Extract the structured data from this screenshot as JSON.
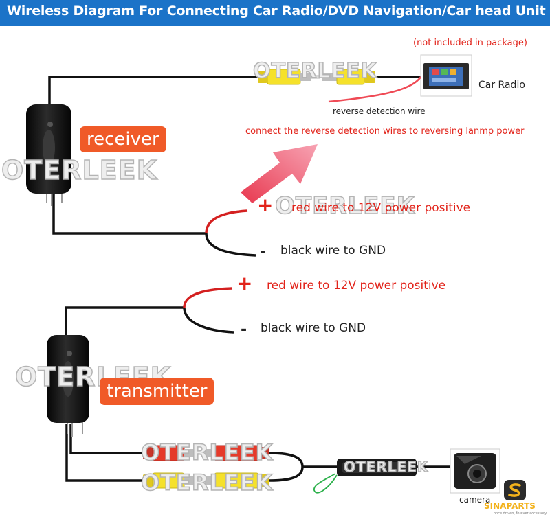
{
  "title": "Wireless Diagram For Connecting Car Radio/DVD Navigation/Car head Unit",
  "not_included_note": "(not included in package)",
  "car_radio_label": "Car Radio",
  "reverse_wire_label": "reverse detection wire",
  "connect_instruction": "connect the reverse detection wires to reversing lanmp power",
  "receiver_label": "receiver",
  "transmitter_label": "transmitter",
  "receiver_power": {
    "plus_sign": "+",
    "red_wire": "red wire to 12V power positive",
    "minus_sign": "-",
    "black_wire": "black wire to GND"
  },
  "transmitter_power": {
    "plus_sign": "+",
    "red_wire": "red wire to 12V power positive",
    "minus_sign": "-",
    "black_wire": "black wire to GND"
  },
  "camera_label": "camera",
  "watermark": "OTERLEEK",
  "brand": {
    "name": "SINAPARTS",
    "tagline": "once driven, forever accessory"
  },
  "colors": {
    "title_bar": "#1b73c8",
    "label_badge": "#f05a28",
    "red_text": "#e2231a",
    "red_wire": "#d42020",
    "black_wire": "#111111",
    "arrow": "#f0627a",
    "rca_yellow": "#f5e12b",
    "rca_red": "#e53a2a"
  },
  "icons": [
    "receiver-module-icon",
    "transmitter-module-icon",
    "car-radio-icon",
    "camera-icon",
    "rca-connector-icon",
    "arrow-icon",
    "sinaparts-logo-icon"
  ]
}
